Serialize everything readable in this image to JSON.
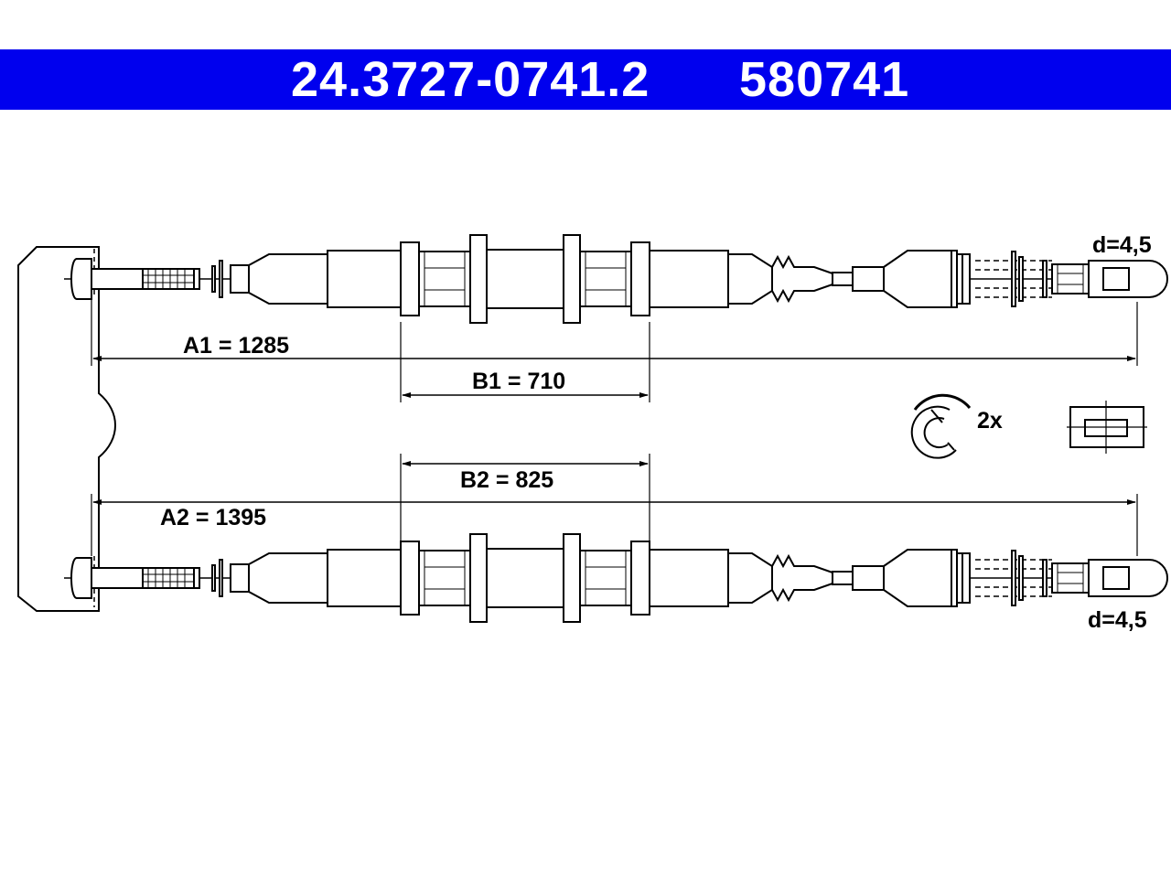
{
  "header": {
    "part_number": "24.3727-0741.2",
    "reference_number": "580741",
    "background_color": "#0000ee",
    "text_color": "#ffffff"
  },
  "dimensions": {
    "a1": "A1 = 1285",
    "a2": "A2 = 1395",
    "b1": "B1 = 710",
    "b2": "B2 = 825",
    "d_top": "d=4,5",
    "d_bottom": "d=4,5"
  },
  "accessories": {
    "clip_quantity": "2x"
  },
  "colors": {
    "line": "#000000",
    "fill": "#ffffff"
  }
}
